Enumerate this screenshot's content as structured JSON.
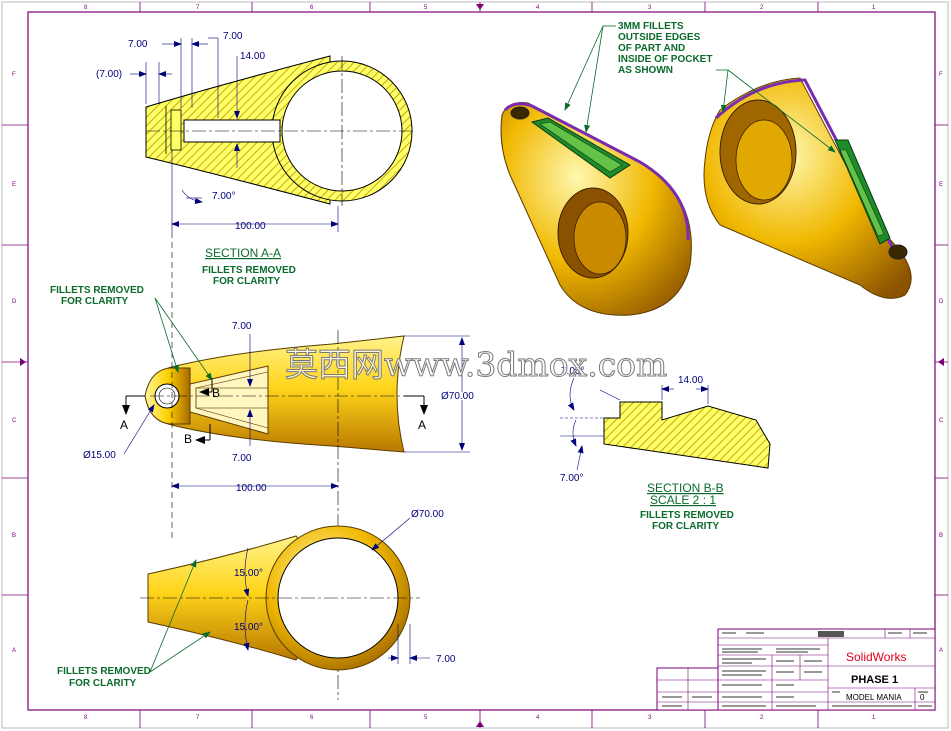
{
  "watermark": "莫西网www.3dmox.com",
  "zones": {
    "top": [
      "8",
      "7",
      "6",
      "5",
      "4",
      "3",
      "2",
      "1"
    ],
    "bottom": [
      "8",
      "7",
      "6",
      "5",
      "4",
      "3",
      "2",
      "1"
    ],
    "side": [
      "F",
      "E",
      "D",
      "C",
      "B",
      "A"
    ]
  },
  "section_aa": {
    "dims": [
      "7.00",
      "7.00",
      "14.00",
      "(7.00)",
      "7.00°",
      "100.00"
    ],
    "title": "SECTION A-A",
    "note": [
      "FILLETS REMOVED",
      "FOR CLARITY"
    ]
  },
  "front_view": {
    "note": [
      "FILLETS REMOVED",
      "FOR CLARITY"
    ],
    "dims": [
      "7.00",
      "7.00",
      "Ø70.00",
      "Ø15.00",
      "100.00"
    ],
    "labels": [
      "A",
      "A",
      "B",
      "B"
    ]
  },
  "top_view": {
    "dims": [
      "Ø70.00",
      "15.00°",
      "15.00°",
      "7.00"
    ],
    "note": [
      "FILLETS REMOVED",
      "FOR CLARITY"
    ]
  },
  "section_bb": {
    "dims": [
      "7.00°",
      "14.00",
      "7.00°"
    ],
    "title": [
      "SECTION B-B",
      "SCALE 2 : 1"
    ],
    "note": [
      "FILLETS REMOVED",
      "FOR CLARITY"
    ]
  },
  "iso_note": [
    "3MM FILLETS",
    "OUTSIDE EDGES",
    "OF PART AND",
    "INSIDE OF POCKET",
    "AS SHOWN"
  ],
  "title_block": {
    "company": "SolidWorks",
    "title": "PHASE 1",
    "dwg_no": "MODEL MANIA",
    "rev": "0"
  },
  "colors": {
    "border": "#7a007a",
    "dimension": "#00007a",
    "note": "#0a6b2c",
    "part": "#ffe000",
    "company": "#e0001a"
  }
}
